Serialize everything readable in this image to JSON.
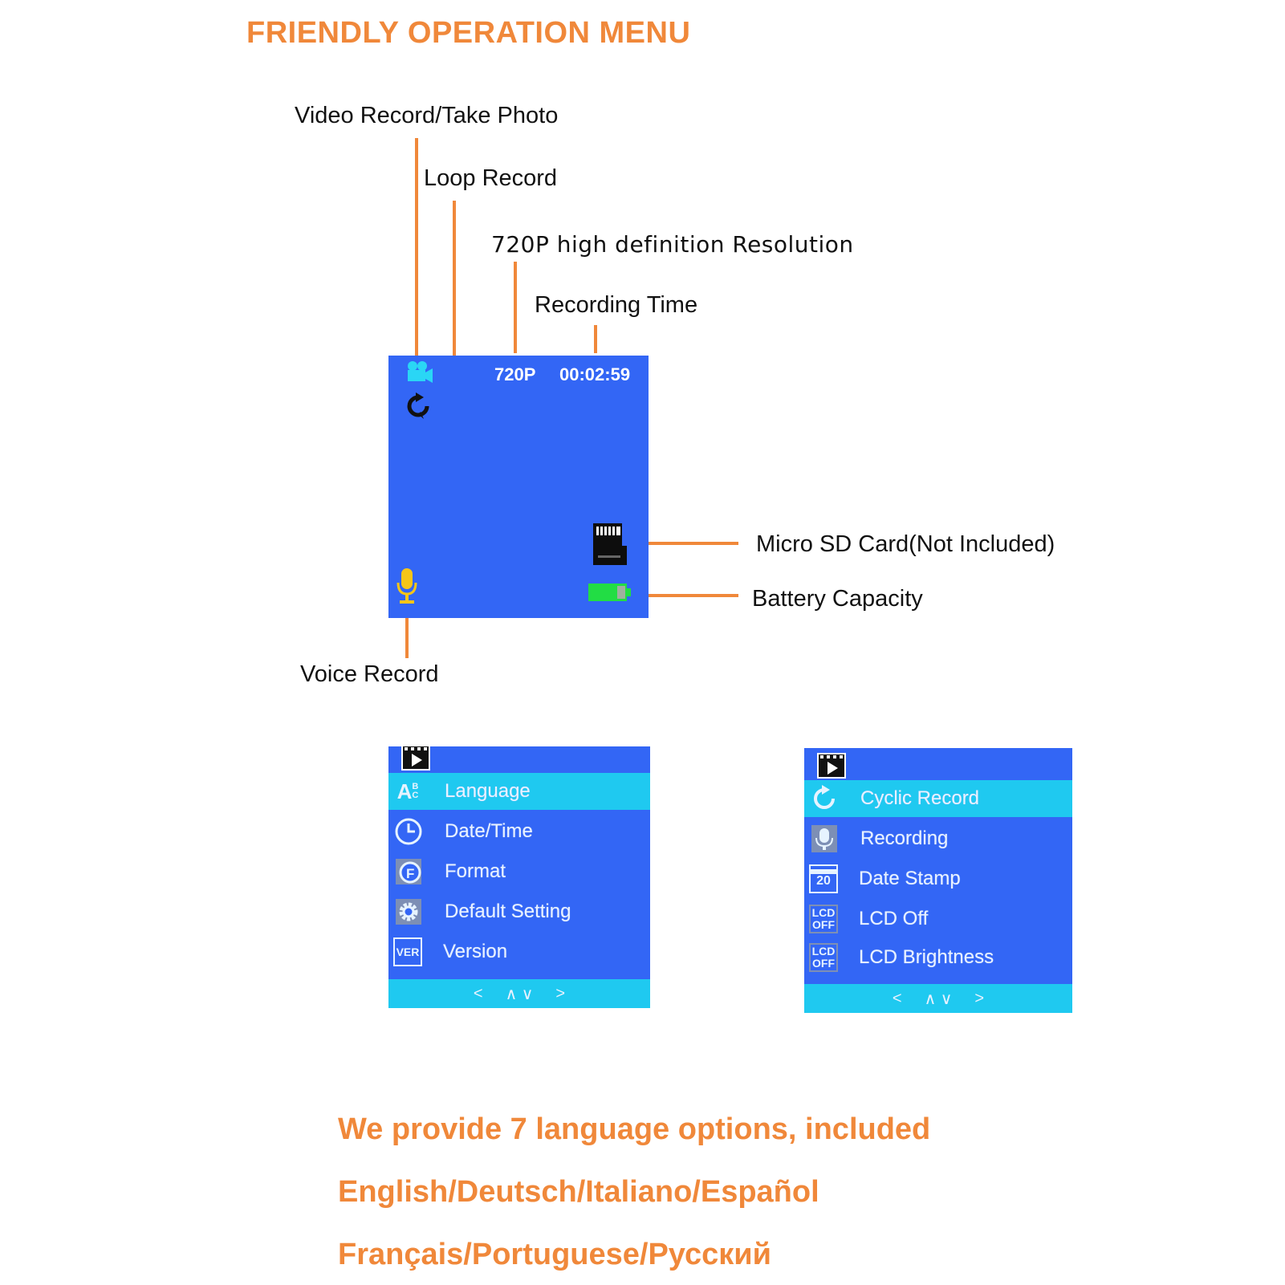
{
  "title": "FRIENDLY OPERATION MENU",
  "callouts": {
    "video_photo": "Video Record/Take Photo",
    "loop_record": "Loop Record",
    "resolution": "720P high definition Resolution",
    "recording_time": "Recording Time",
    "sd_card": "Micro SD Card(Not Included)",
    "battery": "Battery Capacity",
    "voice_record": "Voice Record"
  },
  "screen": {
    "resolution": "720P",
    "time": "00:02:59",
    "bg_color": "#3366f5",
    "icons": [
      "video-camera-icon",
      "loop-icon",
      "sd-card-icon",
      "battery-icon",
      "microphone-icon"
    ]
  },
  "menu_left": {
    "items": [
      {
        "label": "Language",
        "icon": "language-icon",
        "active": true
      },
      {
        "label": "Date/Time",
        "icon": "clock-icon",
        "active": false
      },
      {
        "label": "Format",
        "icon": "format-icon",
        "active": false
      },
      {
        "label": "Default Setting",
        "icon": "gear-icon",
        "active": false
      },
      {
        "label": "Version",
        "icon": "version-icon",
        "active": false
      }
    ],
    "footer": [
      "<",
      "∧ ∨",
      ">"
    ]
  },
  "menu_right": {
    "items": [
      {
        "label": "Cyclic Record",
        "icon": "loop-icon",
        "active": true
      },
      {
        "label": "Recording",
        "icon": "microphone-icon",
        "active": false
      },
      {
        "label": "Date Stamp",
        "icon": "calendar-icon",
        "active": false
      },
      {
        "label": "LCD Off",
        "icon": "lcd-off-icon",
        "active": false
      },
      {
        "label": "LCD Brightness",
        "icon": "lcd-brightness-icon",
        "active": false
      }
    ],
    "footer": [
      "<",
      "∧ ∨",
      ">"
    ]
  },
  "icon_text": {
    "abc_a": "A",
    "abc_bc": "BC",
    "format_f": "F",
    "ver": "VER",
    "calendar_day": "20",
    "lcd": "LCD",
    "off": "OFF"
  },
  "bottom": {
    "line1": "We provide 7 language options, included",
    "line2": "English/Deutsch/Italiano/Español",
    "line3": "Français/Portuguese/Русский"
  },
  "colors": {
    "accent_orange": "#f0883a",
    "screen_blue": "#3366f5",
    "highlight_cyan": "#1fc9f0",
    "battery_green": "#22dd44",
    "mic_yellow": "#f5c518"
  }
}
